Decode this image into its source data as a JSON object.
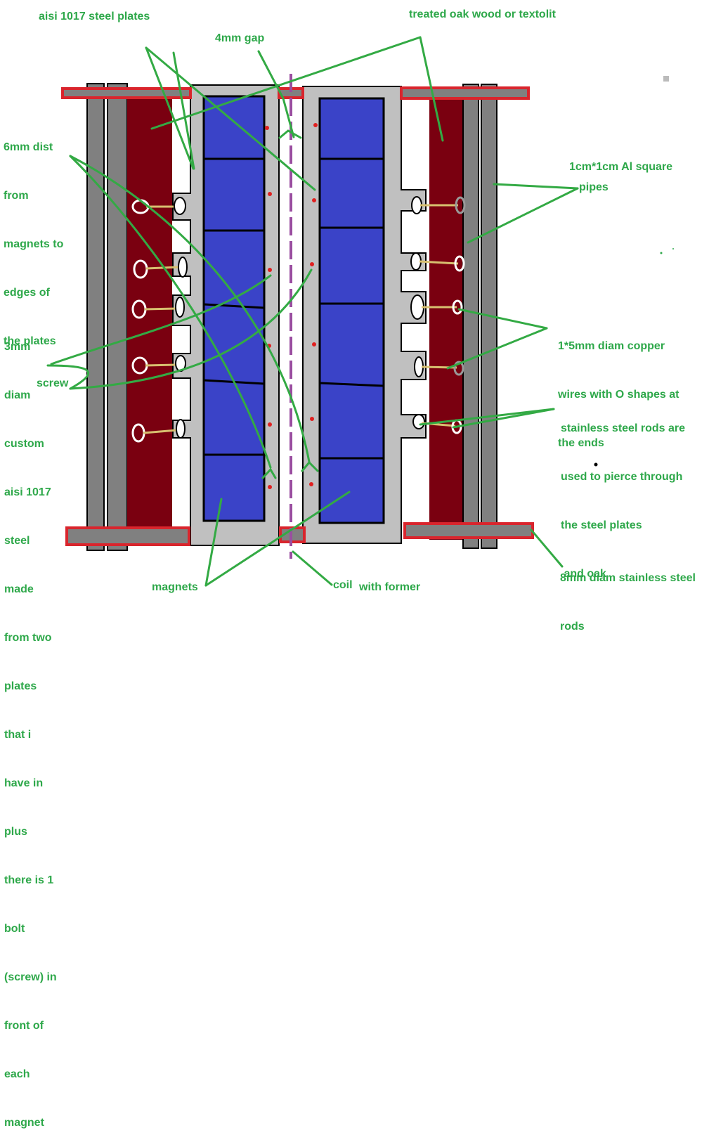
{
  "labels": {
    "steel_plates": "aisi 1017 steel plates",
    "gap": "4mm gap",
    "oak": "treated oak wood or textolit",
    "dist_lines": [
      "6mm dist",
      "from",
      "magnets to",
      "edges of",
      "the plates"
    ],
    "al_pipe_1": "1cm*1cm Al square",
    "al_pipe_2": "pipes",
    "screw_lines": [
      "3mm",
      "diam",
      "custom",
      "aisi 1017",
      "steel",
      "made",
      "from two",
      "plates",
      "that i",
      "have in",
      "plus",
      "there is 1",
      "bolt",
      "(screw) in",
      "front of",
      "each",
      "magnet"
    ],
    "screw": "screw",
    "copper_lines": [
      "1*5mm diam copper",
      "wires with O shapes at",
      "the ends"
    ],
    "rods_pierce_lines": [
      "stainless steel rods are",
      "used to pierce through",
      "the steel plates",
      " and oak"
    ],
    "rods_diam_lines": [
      "8mm diam stainless steel",
      "rods"
    ],
    "magnets": "magnets",
    "coil": "coil",
    "former": "with former"
  },
  "colors": {
    "label_green": "#2ea84a",
    "line_green": "#33aa44",
    "oak_red": "#7a0010",
    "rod_red": "#d9252d",
    "steel_gray": "#c0c0c0",
    "pipe_gray": "#808080",
    "magnet_blue": "#3a43c8",
    "coil_purple": "#9a4ea0",
    "wire_tan": "#d8c070"
  }
}
